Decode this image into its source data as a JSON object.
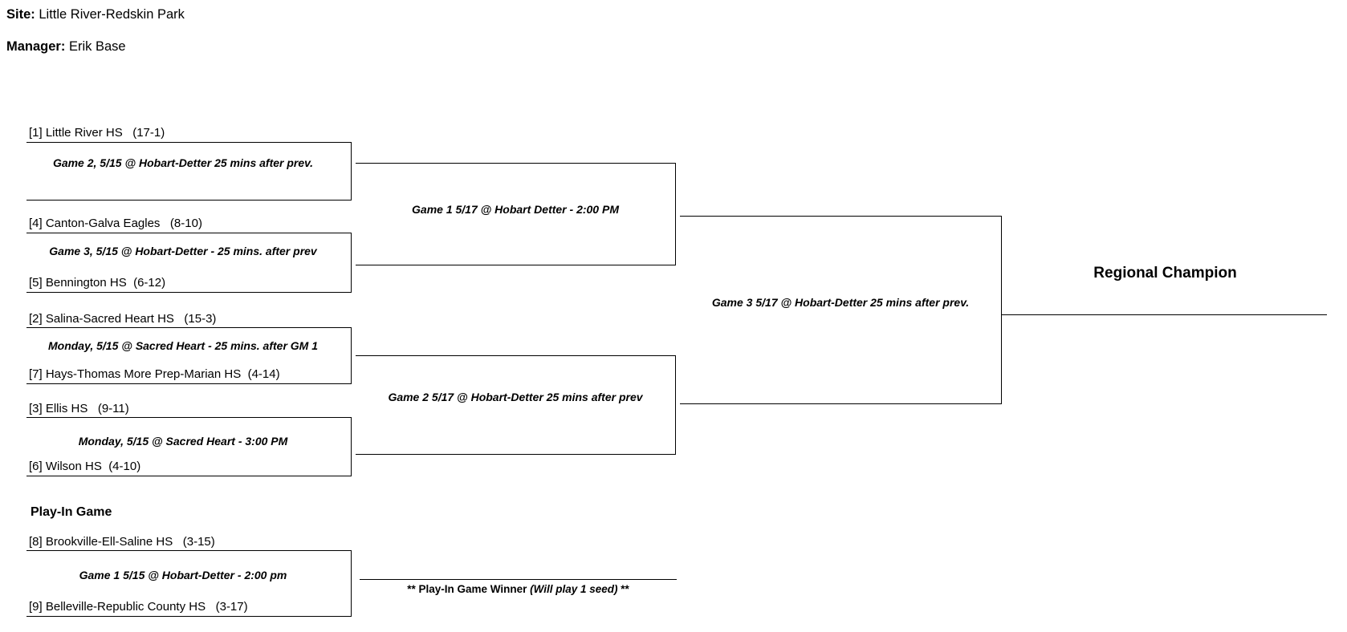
{
  "header": {
    "site_label": "Site:",
    "site_value": " Little River-Redskin Park",
    "manager_label": "Manager:",
    "manager_value": " Erik Base"
  },
  "bracket": {
    "round1": [
      {
        "top_team": "[1] Little River HS   (17-1)",
        "game": "Game 2, 5/15 @ Hobart-Detter 25 mins after prev.",
        "bottom_team": ""
      },
      {
        "top_team": "[4] Canton-Galva Eagles   (8-10)",
        "game": "Game 3, 5/15 @ Hobart-Detter - 25 mins. after prev",
        "bottom_team": "[5] Bennington HS  (6-12)"
      },
      {
        "top_team": "[2] Salina-Sacred Heart HS   (15-3)",
        "game": "Monday, 5/15 @ Sacred Heart - 25 mins. after GM 1",
        "bottom_team": "[7] Hays-Thomas More Prep-Marian HS  (4-14)"
      },
      {
        "top_team": "[3] Ellis HS   (9-11)",
        "game": "Monday, 5/15 @ Sacred Heart - 3:00 PM",
        "bottom_team": "[6] Wilson HS  (4-10)"
      }
    ],
    "semifinals": [
      {
        "game": "Game 1 5/17 @ Hobart Detter - 2:00 PM"
      },
      {
        "game": "Game 2 5/17 @ Hobart-Detter 25 mins after prev"
      }
    ],
    "final": {
      "game": "Game 3 5/17 @ Hobart-Detter 25 mins after prev."
    },
    "champion_label": "Regional Champion",
    "playin": {
      "header": "Play-In Game",
      "top_team": "[8] Brookville-Ell-Saline HS   (3-15)",
      "game": "Game 1 5/15 @ Hobart-Detter - 2:00 pm",
      "bottom_team": "[9] Belleville-Republic County HS   (3-17)",
      "winner_note_prefix": "** Play-In Game Winner ",
      "winner_note_italic": "(Will play 1 seed)",
      "winner_note_suffix": " **"
    }
  },
  "colors": {
    "background": "#ffffff",
    "line": "#000000",
    "text": "#000000"
  }
}
